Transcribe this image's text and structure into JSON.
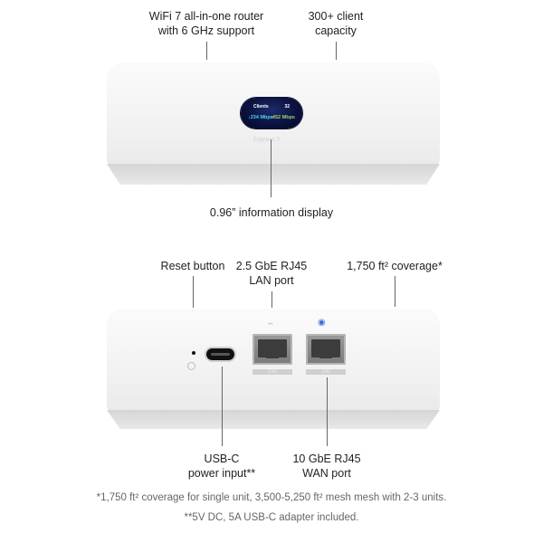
{
  "top_view": {
    "callouts": {
      "wifi": [
        "WiFi 7 all-in-one router",
        "with 6 GHz support"
      ],
      "clients": [
        "300+ client",
        "capacity"
      ],
      "display": [
        "0.96” information display"
      ]
    },
    "screen": {
      "row1_label": "Clients",
      "row1_value": "32",
      "download": "↓234 Mbps",
      "upload": "↑452 Mbps"
    },
    "model_text": "Express 7"
  },
  "rear_view": {
    "callouts": {
      "reset": [
        "Reset button"
      ],
      "lan": [
        "2.5 GbE RJ45",
        "LAN port"
      ],
      "coverage": [
        "1,750 ft² coverage*"
      ],
      "usbc": [
        "USB-C",
        "power input**"
      ],
      "wan": [
        "10 GbE RJ45",
        "WAN port"
      ]
    },
    "port_tags": {
      "lan": "2.5G",
      "wan": "10G"
    },
    "icons": {
      "lan": "double-arrow-icon",
      "wan": "globe-icon",
      "reset": "reset-icon"
    },
    "accent_color": "#3b6fe0"
  },
  "footnotes": [
    "*1,750 ft² coverage for single unit, 3,500-5,250 ft² mesh mesh with 2-3 units.",
    "**5V DC, 5A USB-C adapter included."
  ]
}
